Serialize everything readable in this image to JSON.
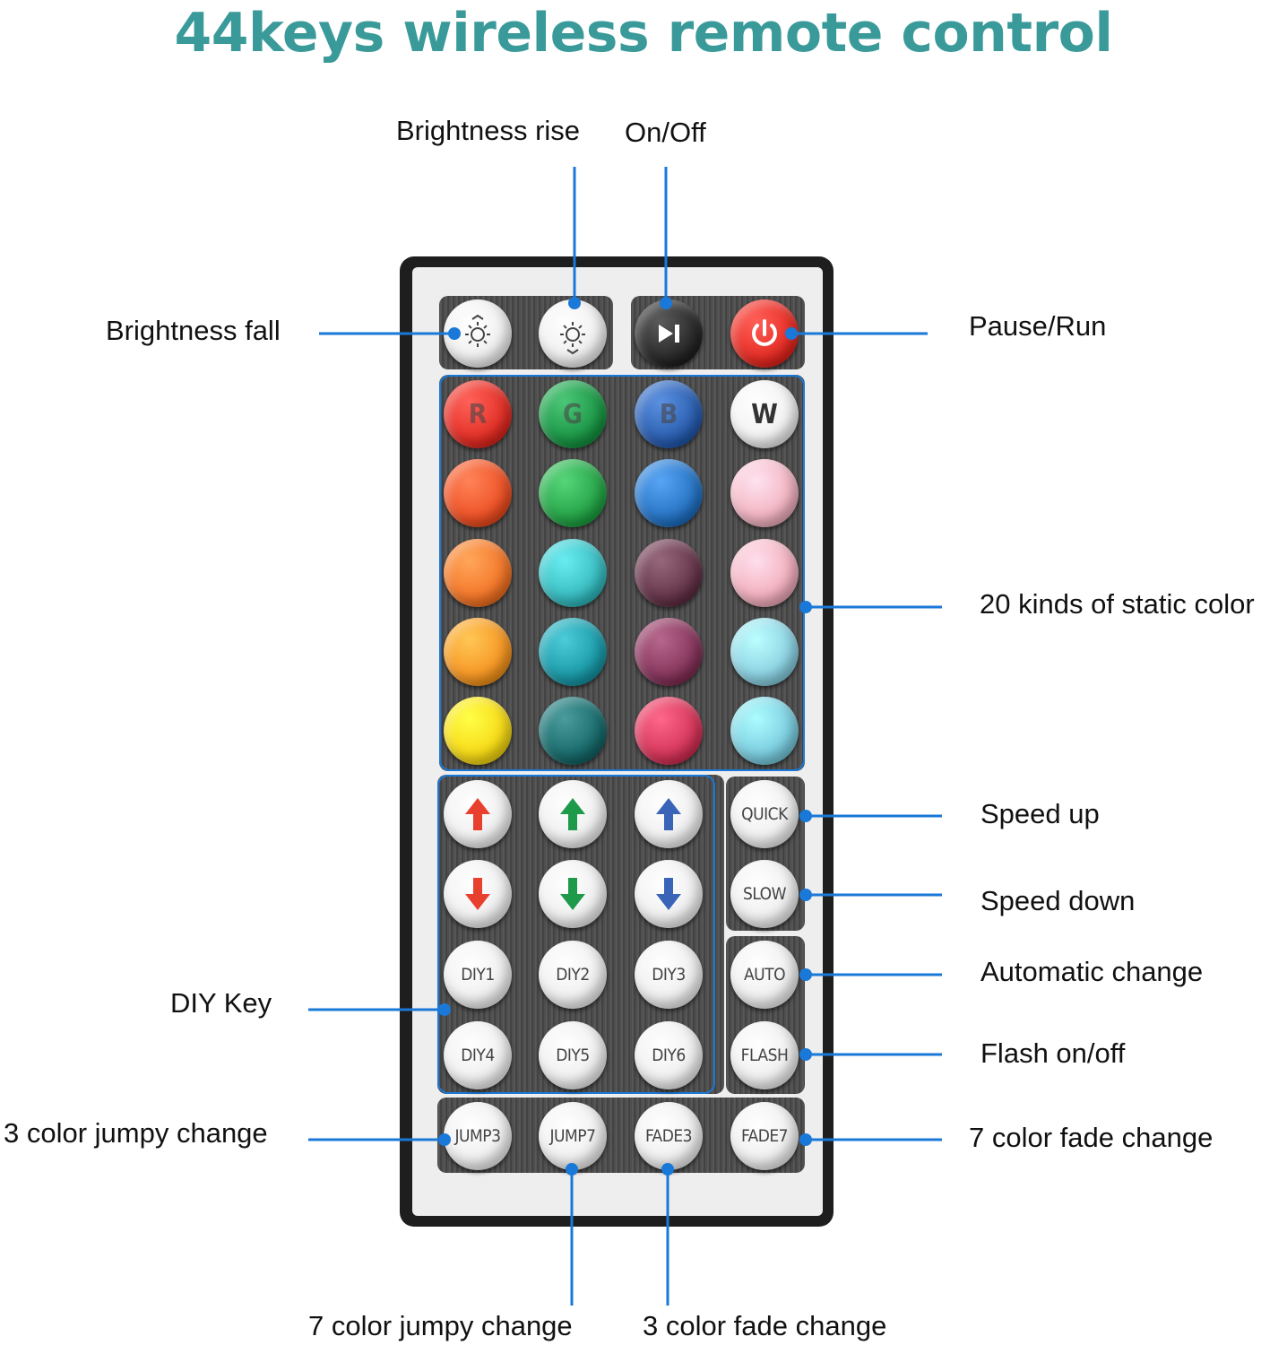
{
  "title": {
    "text": "44keys wireless remote control",
    "color": "#3a9a9a"
  },
  "accent_color": "#1a78d8",
  "callouts": [
    {
      "id": "brightness-rise",
      "text": "Brightness rise"
    },
    {
      "id": "on-off",
      "text": "On/Off"
    },
    {
      "id": "brightness-fall",
      "text": "Brightness fall"
    },
    {
      "id": "pause-run",
      "text": "Pause/Run"
    },
    {
      "id": "static-color",
      "text": "20 kinds of static color"
    },
    {
      "id": "speed-up",
      "text": "Speed up"
    },
    {
      "id": "speed-down",
      "text": "Speed down"
    },
    {
      "id": "automatic-change",
      "text": "Automatic change"
    },
    {
      "id": "flash",
      "text": "Flash on/off"
    },
    {
      "id": "diy-key",
      "text": "DIY Key"
    },
    {
      "id": "jump3",
      "text": "3 color jumpy change"
    },
    {
      "id": "fade7",
      "text": "7 color fade change"
    },
    {
      "id": "jump7",
      "text": "7 color jumpy change"
    },
    {
      "id": "fade3",
      "text": "3 color fade change"
    }
  ],
  "remote": {
    "top_buttons": [
      {
        "name": "brightness-down",
        "icon": "sun-down-icon"
      },
      {
        "name": "brightness-up",
        "icon": "sun-up-icon"
      },
      {
        "name": "play-pause",
        "icon": "play-pause-icon",
        "color": "#2e2e2e"
      },
      {
        "name": "power",
        "icon": "power-icon",
        "color": "#e8322a"
      }
    ],
    "color_rows": [
      [
        {
          "label": "R",
          "color": "#e5342b"
        },
        {
          "label": "G",
          "color": "#1f9a4a"
        },
        {
          "label": "B",
          "color": "#2f63b4"
        },
        {
          "label": "W",
          "color": "#f2f2f2"
        }
      ],
      [
        {
          "label": "",
          "color": "#f0562b"
        },
        {
          "label": "",
          "color": "#2aa84c"
        },
        {
          "label": "",
          "color": "#2b78c8"
        },
        {
          "label": "",
          "color": "#f3b6c4"
        }
      ],
      [
        {
          "label": "",
          "color": "#f47a2d"
        },
        {
          "label": "",
          "color": "#3cc0c4"
        },
        {
          "label": "",
          "color": "#6a3a4e"
        },
        {
          "label": "",
          "color": "#f3b2c0"
        }
      ],
      [
        {
          "label": "",
          "color": "#f79a28"
        },
        {
          "label": "",
          "color": "#1f9eac"
        },
        {
          "label": "",
          "color": "#8a3a60"
        },
        {
          "label": "",
          "color": "#8fd4e4"
        }
      ],
      [
        {
          "label": "",
          "color": "#f7dc1a"
        },
        {
          "label": "",
          "color": "#1d6f70"
        },
        {
          "label": "",
          "color": "#d83a5e"
        },
        {
          "label": "",
          "color": "#7fd0e2"
        }
      ]
    ],
    "arrow_buttons": [
      {
        "name": "red-up",
        "icon": "arrow-up-icon",
        "color": "#e8402e"
      },
      {
        "name": "green-up",
        "icon": "arrow-up-icon",
        "color": "#1f9a4a"
      },
      {
        "name": "blue-up",
        "icon": "arrow-up-icon",
        "color": "#3a64b8"
      },
      {
        "name": "red-down",
        "icon": "arrow-down-icon",
        "color": "#e8402e"
      },
      {
        "name": "green-down",
        "icon": "arrow-down-icon",
        "color": "#1f9a4a"
      },
      {
        "name": "blue-down",
        "icon": "arrow-down-icon",
        "color": "#3a64b8"
      }
    ],
    "diy_buttons": [
      "DIY1",
      "DIY2",
      "DIY3",
      "DIY4",
      "DIY5",
      "DIY6"
    ],
    "speed_buttons": [
      "QUICK",
      "SLOW"
    ],
    "mode_buttons": [
      "AUTO",
      "FLASH"
    ],
    "bottom_buttons": [
      "JUMP3",
      "JUMP7",
      "FADE3",
      "FADE7"
    ]
  }
}
